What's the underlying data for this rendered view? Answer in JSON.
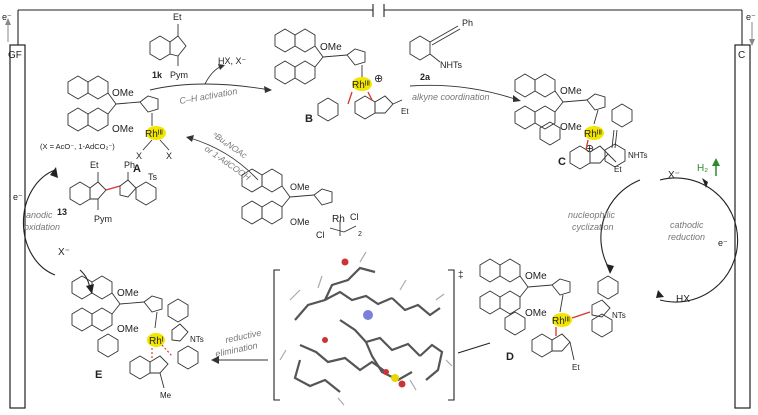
{
  "electrodes": {
    "left_label": "GF",
    "right_label": "C",
    "electron": "e⁻"
  },
  "compounds": {
    "k1": {
      "id": "1k",
      "substituent": "Et",
      "group": "Pym"
    },
    "a2": {
      "id": "2a",
      "substituent": "Ph",
      "group": "NHTs"
    },
    "p13": {
      "id": "13",
      "sub1": "Et",
      "sub2": "Ph",
      "sub3": "Ts",
      "group": "Pym"
    }
  },
  "intermediates": {
    "A": {
      "id": "A",
      "metal": "Rhᴵᴵᴵ",
      "ligand": "OMe",
      "x": "X",
      "note": "(X = AcO⁻, 1-AdCO₂⁻)"
    },
    "B": {
      "id": "B",
      "metal": "Rhᴵᴵᴵ",
      "ligand": "OMe",
      "sub": "Et"
    },
    "C": {
      "id": "C",
      "metal": "Rhᴵᴵᴵ",
      "ligand": "OMe",
      "sub": "Et",
      "group": "NHTs"
    },
    "D": {
      "id": "D",
      "metal": "Rhᴵᴵᴵ",
      "ligand": "OMe",
      "sub": "Et",
      "group": "NTs"
    },
    "E": {
      "id": "E",
      "metal": "Rhᴵ",
      "ligand": "OMe",
      "sub": "Me",
      "group": "NTs"
    },
    "dimer": {
      "ligand": "OMe",
      "metal": "Rh",
      "cl": "Cl",
      "sub2": "2"
    }
  },
  "steps": {
    "ch_activation": "C–H activation",
    "hx_x": "HX, X⁻",
    "alkyne_coordination": "alkyne coordination",
    "nuc_cyclization_1": "nucleophilic",
    "nuc_cyclization_2": "cyclization",
    "reductive_elim_1": "reductive",
    "reductive_elim_2": "elimination",
    "cathodic_1": "cathodic",
    "cathodic_2": "reduction",
    "anodic_1": "anodic",
    "anodic_2": "oxidation",
    "additive_1": "ⁿBu₄NOAc",
    "additive_2": "or 1-AdCOOH",
    "x_minus": "X⁻",
    "hx": "HX",
    "h2": "H₂",
    "dagger": "‡"
  },
  "colors": {
    "rh_highlight": "#f2e600",
    "bond_red": "#d8342a",
    "h2_green": "#2e8b2e",
    "ts_blue": "#7b7fd8",
    "ts_yellow": "#e8d800",
    "ts_red": "#cc3333"
  }
}
